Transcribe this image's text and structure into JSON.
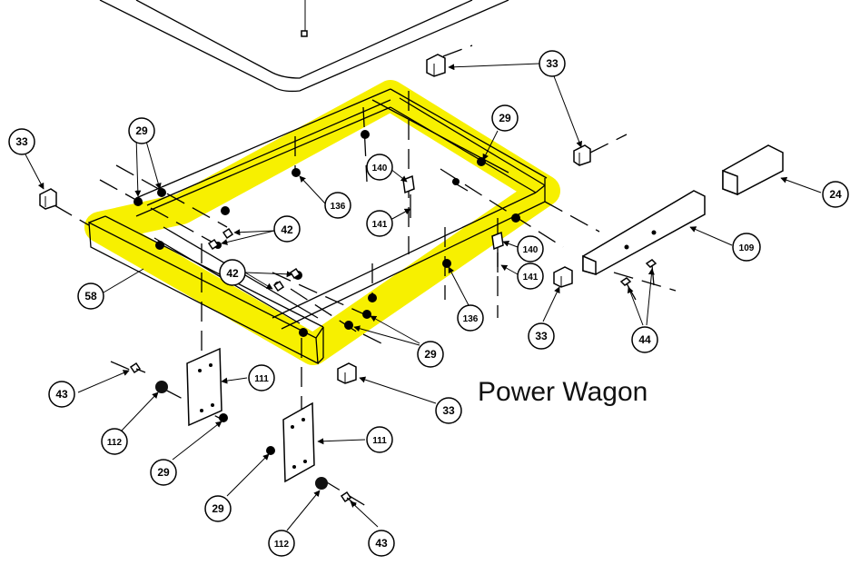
{
  "title": "Power Wagon",
  "highlight_color": "#f7f000",
  "callouts": {
    "c33_tl": "33",
    "c29_top": "29",
    "c33_top": "33",
    "c29_right": "29",
    "c140_l": "140",
    "c136_top": "136",
    "c42_top": "42",
    "c141_l": "141",
    "c24": "24",
    "c58": "58",
    "c42_left": "42",
    "c140_r": "140",
    "c109": "109",
    "c141_r": "141",
    "c136_bot": "136",
    "c33_right": "33",
    "c44": "44",
    "c29_mid": "29",
    "c111_top": "111",
    "c43_left": "43",
    "c33_bottom": "33",
    "c112_left": "112",
    "c29_left": "29",
    "c111_bot": "111",
    "c29_bot": "29",
    "c112_bot": "112",
    "c43_bot": "43"
  }
}
